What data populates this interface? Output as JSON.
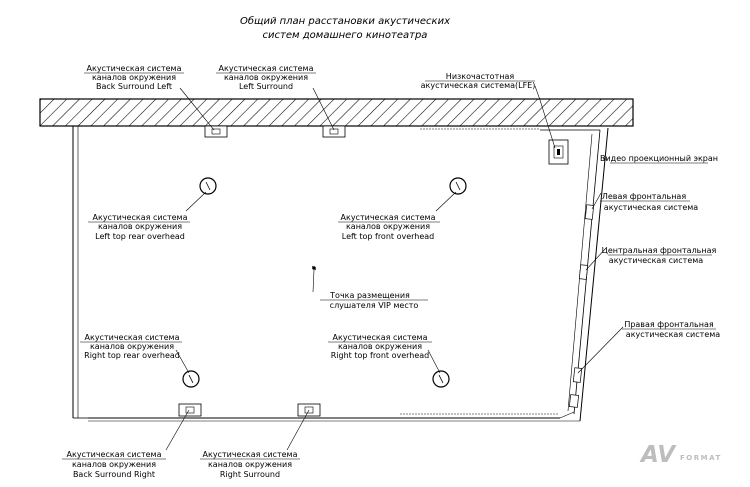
{
  "title": {
    "line1": "Общий план расстановки акустических",
    "line2": "систем домашнего кинотеатра"
  },
  "labels": {
    "back_surround_left": [
      "Акустическая система",
      "каналов окружения",
      "Back Surround Left"
    ],
    "left_surround": [
      "Акустическая система",
      "каналов окружения",
      "Left Surround"
    ],
    "lfe": [
      "Низкочастотная",
      "акустическая система(LFE)"
    ],
    "screen": [
      "Видео проекционный экран"
    ],
    "left_front": [
      "Левая фронтальная",
      "акустическая система"
    ],
    "center_front": [
      "Центральная фронтальная",
      "акустическая система"
    ],
    "right_front": [
      "Правая фронтальная",
      "акустическая система"
    ],
    "left_top_rear": [
      "Акустическая система",
      "каналов окружения",
      "Left top rear overhead"
    ],
    "left_top_front": [
      "Акустическая система",
      "каналов окружения",
      "Left top front overhead"
    ],
    "vip": [
      "Точка размещения",
      "слушателя VIP место"
    ],
    "right_top_rear": [
      "Акустическая система",
      "каналов окружения",
      "Right top rear overhead"
    ],
    "right_top_front": [
      "Акустическая система",
      "каналов окружения",
      "Right top front overhead"
    ],
    "back_surround_right": [
      "Акустическая система",
      "каналов окружения",
      "Back Surround Right"
    ],
    "right_surround": [
      "Акустическая система",
      "каналов окружения",
      "Right Surround"
    ]
  },
  "logo": {
    "mark": "AV",
    "word": "FORMAT"
  }
}
